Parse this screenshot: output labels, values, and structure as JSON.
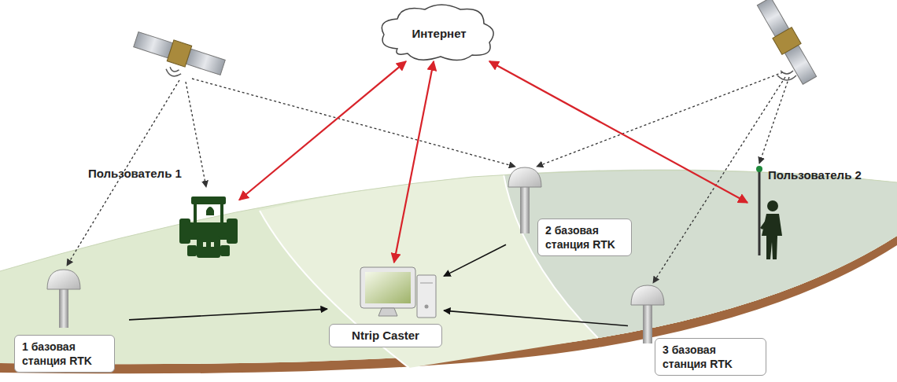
{
  "diagram": {
    "nodes": [
      {
        "text": [
          "Интернет"
        ]
      },
      {
        "text": [
          "Пользователь 2"
        ]
      },
      {
        "text": [
          "Пользователь 1"
        ]
      },
      {
        "text": [
          "2 базовая станция RTK"
        ]
      },
      {
        "text": [
          "Ntrip Caster"
        ]
      },
      {
        "text": [
          "1 базовая станция RTK"
        ]
      },
      {
        "text": [
          "3 базовая станция RTK"
        ]
      }
    ],
    "edges": [
      {
        "from": 0,
        "to": 2,
        "arrow": "both"
      },
      {
        "from": 0,
        "to": 4,
        "arrow": "both"
      },
      {
        "from": 0,
        "to": 1,
        "arrow": "both"
      },
      {
        "from": 5,
        "to": 4,
        "arrow": "to"
      },
      {
        "from": 3,
        "to": 4,
        "arrow": "to"
      },
      {
        "from": 6,
        "to": 4,
        "arrow": "to"
      }
    ]
  }
}
